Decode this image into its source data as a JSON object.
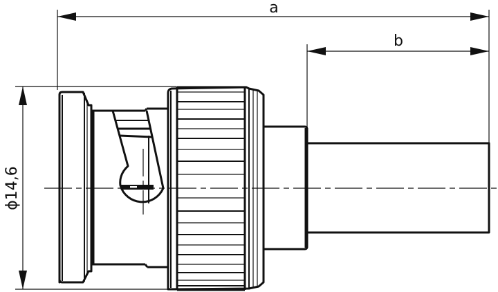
{
  "drawing": {
    "subject": "BNC connector side view",
    "colors": {
      "line": "#111111",
      "background": "#ffffff"
    },
    "dimensions": {
      "a": {
        "label": "a"
      },
      "b": {
        "label": "b"
      },
      "diameter": {
        "label": "ϕ14,6"
      }
    }
  }
}
